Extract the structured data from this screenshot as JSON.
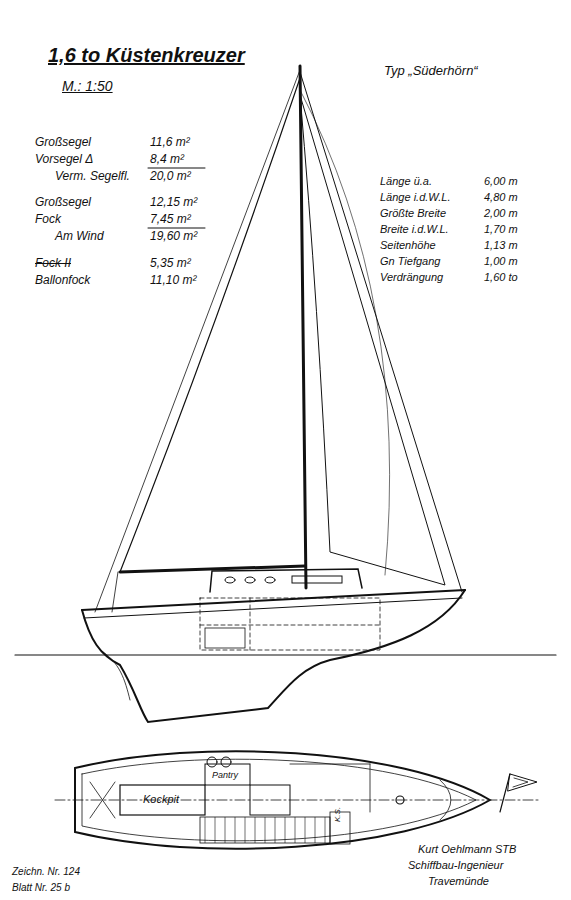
{
  "diagram": {
    "title": "1,6 to Küstenkreuzer",
    "labels": [
      "M.: 1:50",
      "Typ „Süderhörn“",
      "Großsegel",
      "11,6 m²",
      "Vorsegel Δ",
      "8,4 m²",
      "Verm. Segelfl.",
      "20,0 m²",
      "Großsegel",
      "12,15 m²",
      "Fock",
      "7,45 m²",
      "Am Wind",
      "19,60 m²",
      "Fock II",
      "5,35 m²",
      "Ballonfock",
      "11,10 m²",
      "Länge ü.a.",
      "6,00 m",
      "Länge i.d.W.L.",
      "4,80 m",
      "Größte Breite",
      "2,00 m",
      "Breite i.d.W.L.",
      "1,70 m",
      "Seitenhöhe",
      "1,13 m",
      "Gn Tiefgang",
      "1,00 m",
      "Verdrängung",
      "1,60 to",
      "Pantry",
      "Kockpit",
      "K.S.",
      "Kurt Oehlmann STB",
      "Schiffbau-Ingenieur",
      "Travemünde",
      "Zeichn. Nr. 124",
      "Blatt Nr. 25 b"
    ]
  }
}
